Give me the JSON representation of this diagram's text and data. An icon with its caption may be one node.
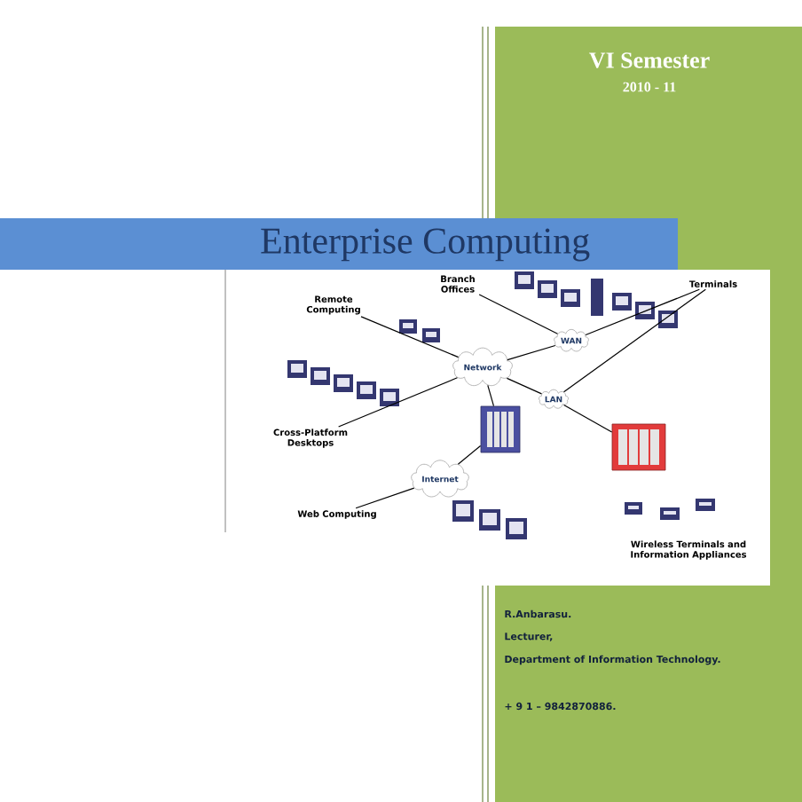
{
  "diagram": {
    "title": "Enterprise Computing",
    "nodes": [
      {
        "text": [
          "Branch Offices"
        ]
      },
      {
        "text": [
          "Terminals"
        ]
      },
      {
        "text": [
          "Remote Computing"
        ]
      },
      {
        "text": [
          "WAN"
        ]
      },
      {
        "text": [
          "Network"
        ]
      },
      {
        "text": [
          "LAN"
        ]
      },
      {
        "text": [
          "Cross-Platform Desktops"
        ]
      },
      {
        "text": [],
        "shape": "box"
      },
      {
        "text": [],
        "shape": "box"
      },
      {
        "text": [
          "Internet"
        ]
      },
      {
        "text": [
          "Web Computing"
        ]
      },
      {
        "text": [
          "Wireless Terminals and Information Appliances"
        ]
      }
    ],
    "edges": [
      {
        "from": 0,
        "to": 3,
        "arrow": "none"
      },
      {
        "from": 3,
        "to": 1,
        "arrow": "none"
      },
      {
        "from": 3,
        "to": 4,
        "arrow": "none"
      },
      {
        "from": 2,
        "to": 4,
        "arrow": "none"
      },
      {
        "from": 4,
        "to": 5,
        "arrow": "none"
      },
      {
        "from": 5,
        "to": 1,
        "arrow": "none"
      },
      {
        "from": 6,
        "to": 4,
        "arrow": "none"
      },
      {
        "from": 7,
        "to": 4,
        "arrow": "none"
      },
      {
        "from": 7,
        "to": 9,
        "arrow": "none"
      },
      {
        "from": 5,
        "to": 8,
        "arrow": "none"
      },
      {
        "from": 9,
        "to": 10,
        "arrow": "none"
      }
    ],
    "labels": [
      "VI Semester",
      "2010 - 11",
      "R.Anbarasu.",
      "Lecturer,",
      "Department of Information Technology.",
      "+ 9 1 – 9842870886."
    ]
  }
}
